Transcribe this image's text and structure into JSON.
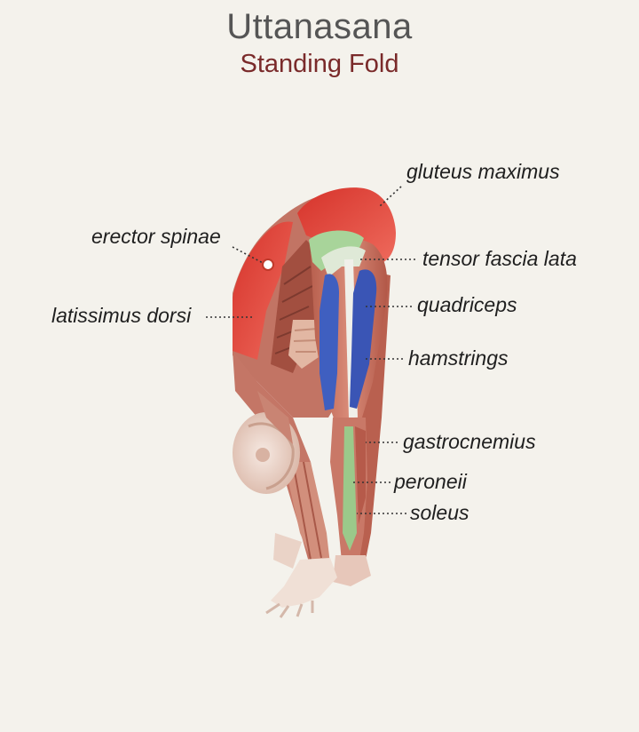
{
  "title": "Uttanasana",
  "subtitle": "Standing Fold",
  "labels": {
    "gluteus_maximus": "gluteus maximus",
    "erector_spinae": "erector spinae",
    "tensor_fascia_lata": "tensor fascia lata",
    "latissimus_dorsi": "latissimus dorsi",
    "quadriceps": "quadriceps",
    "hamstrings": "hamstrings",
    "gastrocnemius": "gastrocnemius",
    "peroneii": "peroneii",
    "soleus": "soleus"
  },
  "colors": {
    "background": "#f4f2ec",
    "highlight_red": "#e0443a",
    "hamstring_blue": "#3f5fc0",
    "tfl_green": "#a8d49a",
    "muscle_base": "#c9826f",
    "skin": "#eedcd2"
  }
}
